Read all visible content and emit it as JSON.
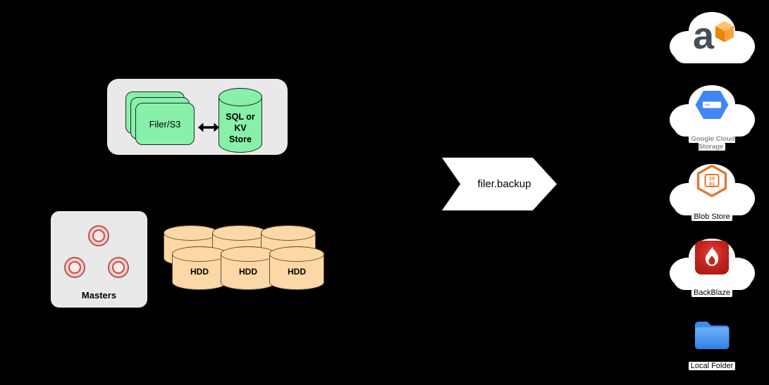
{
  "filer_group": {
    "filer_label": "Filer/S3",
    "store_label": "SQL or\nKV\nStore"
  },
  "masters": {
    "label": "Masters"
  },
  "volume_servers": {
    "labels": [
      "HDD",
      "HDD",
      "HDD"
    ]
  },
  "flow": {
    "label": "filer.backup"
  },
  "targets": {
    "s3": {
      "letter": "a",
      "icon": "aws-s3-icon"
    },
    "gcs": {
      "label": "Google Cloud\nStorage",
      "icon": "google-cloud-storage-icon"
    },
    "blob": {
      "label": "Blob Store",
      "digits_top": "10",
      "digits_bottom": "01",
      "icon": "azure-blob-storage-icon"
    },
    "backblaze": {
      "label": "BackBlaze",
      "icon": "backblaze-flame-icon"
    },
    "local": {
      "label": "Local Folder",
      "icon": "local-folder-icon"
    }
  },
  "icons": {
    "bidirectional_arrow": "bidirectional-arrow-icon",
    "cloud": "cloud-icon",
    "master_node": "master-node-icon",
    "volume_cylinder": "volume-cylinder-icon"
  },
  "colors": {
    "background": "#000000",
    "group_box": "#E9E9E9",
    "filer_green": "#87F0A9",
    "hdd_tan": "#FCD8A6",
    "master_pink": "#F8CECC",
    "master_pink_stroke": "#B85450",
    "arrow_white": "#FFFFFF",
    "gcs_blue": "#4285F4",
    "aws_orange": "#E8850C",
    "blob_orange": "#E8762C",
    "backblaze_red": "#C5261F",
    "folder_blue": "#2E7FE8"
  }
}
